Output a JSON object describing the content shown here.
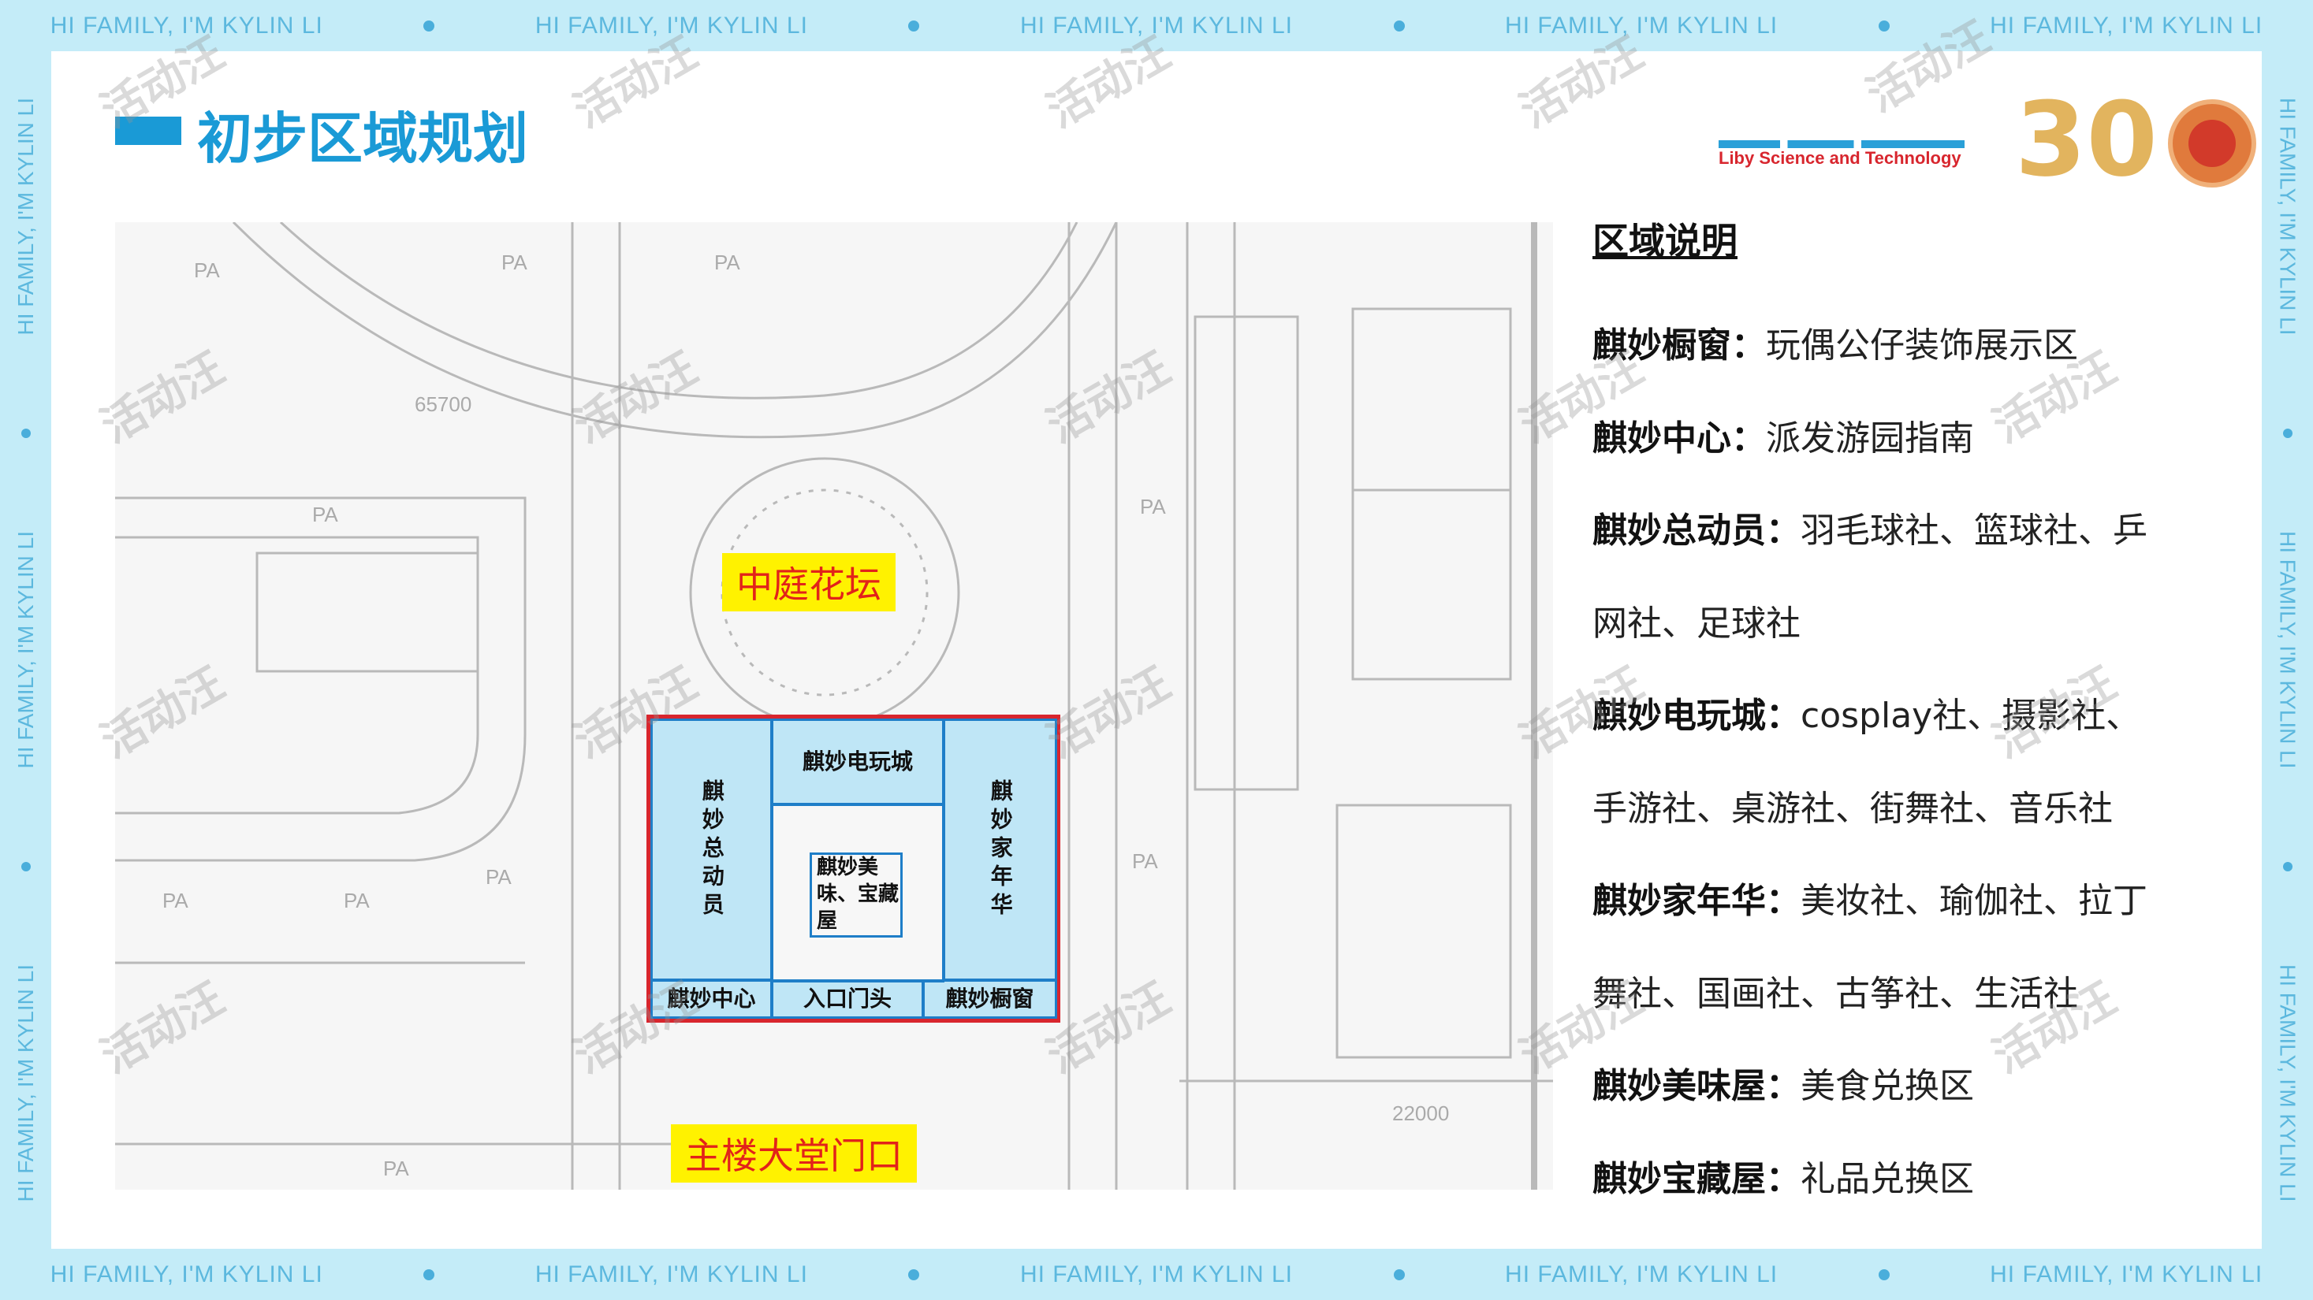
{
  "banner_text": "HI FAMILY, I'M KYLIN LI",
  "title": "初步区域规划",
  "logo": {
    "subtitle": "Liby Science and Technology",
    "anniversary": "30"
  },
  "map": {
    "labels": {
      "courtyard": "中庭花坛",
      "main_entrance": "主楼大堂门口"
    },
    "zones": {
      "arcade": "麒妙电玩城",
      "mobilizer": "麒妙总动员",
      "carnival": "麒妙家年华",
      "center_box": "麒妙美味、宝藏屋",
      "center": "麒妙中心",
      "entrance": "入口门头",
      "showcase": "麒妙橱窗"
    }
  },
  "legend": {
    "heading": "区域说明",
    "items": [
      {
        "name": "麒妙橱窗：",
        "desc": "玩偶公仔装饰展示区"
      },
      {
        "name": "麒妙中心：",
        "desc": "派发游园指南"
      },
      {
        "name": "麒妙总动员：",
        "desc": "羽毛球社、篮球社、乒"
      },
      {
        "name": "",
        "desc": "网社、足球社"
      },
      {
        "name": "麒妙电玩城：",
        "desc": "cosplay社、摄影社、"
      },
      {
        "name": "",
        "desc": "手游社、桌游社、街舞社、音乐社"
      },
      {
        "name": "麒妙家年华：",
        "desc": "美妆社、瑜伽社、拉丁"
      },
      {
        "name": "",
        "desc": "舞社、国画社、古筝社、生活社"
      },
      {
        "name": "麒妙美味屋：",
        "desc": "美食兑换区"
      },
      {
        "name": "麒妙宝藏屋：",
        "desc": "礼品兑换区"
      }
    ]
  },
  "watermark": "活动汪"
}
